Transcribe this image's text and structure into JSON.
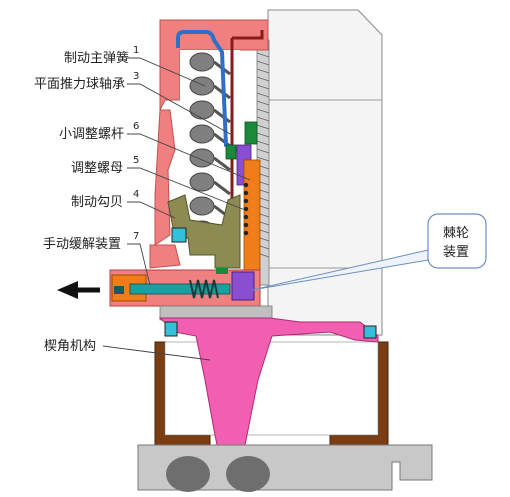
{
  "labels": [
    {
      "id": "main-spring",
      "text": "制动主弹簧",
      "num": "1"
    },
    {
      "id": "thrust-bearing",
      "text": "平面推力球轴承",
      "num": "3"
    },
    {
      "id": "small-adjust-screw",
      "text": "小调整螺杆",
      "num": "6"
    },
    {
      "id": "adjust-nut",
      "text": "调整螺母",
      "num": "5"
    },
    {
      "id": "brake-hook",
      "text": "制动勾贝",
      "num": "4"
    },
    {
      "id": "manual-release",
      "text": "手动缓解装置",
      "num": "7"
    },
    {
      "id": "wedge-mechanism",
      "text": "楔角机构",
      "num": ""
    }
  ],
  "callout": {
    "line1": "棘轮",
    "line2": "装置"
  },
  "colors": {
    "housing_pink": "#f08080",
    "spring_gray": "#7f7f7f",
    "blue_spring_frame": "#2f6fc8",
    "dark_red_rod": "#8b1a1a",
    "green_parts": "#1a8a3a",
    "olive_hook": "#8c8c52",
    "orange_nut": "#f07c1a",
    "purple_screw": "#8a4fd0",
    "wedge_pink": "#f25fb0",
    "brown_bottom": "#7a3e12",
    "teal_release": "#1aa0a0",
    "cyan_seal": "#34c0d8",
    "callout_border": "#6a8fc0"
  }
}
